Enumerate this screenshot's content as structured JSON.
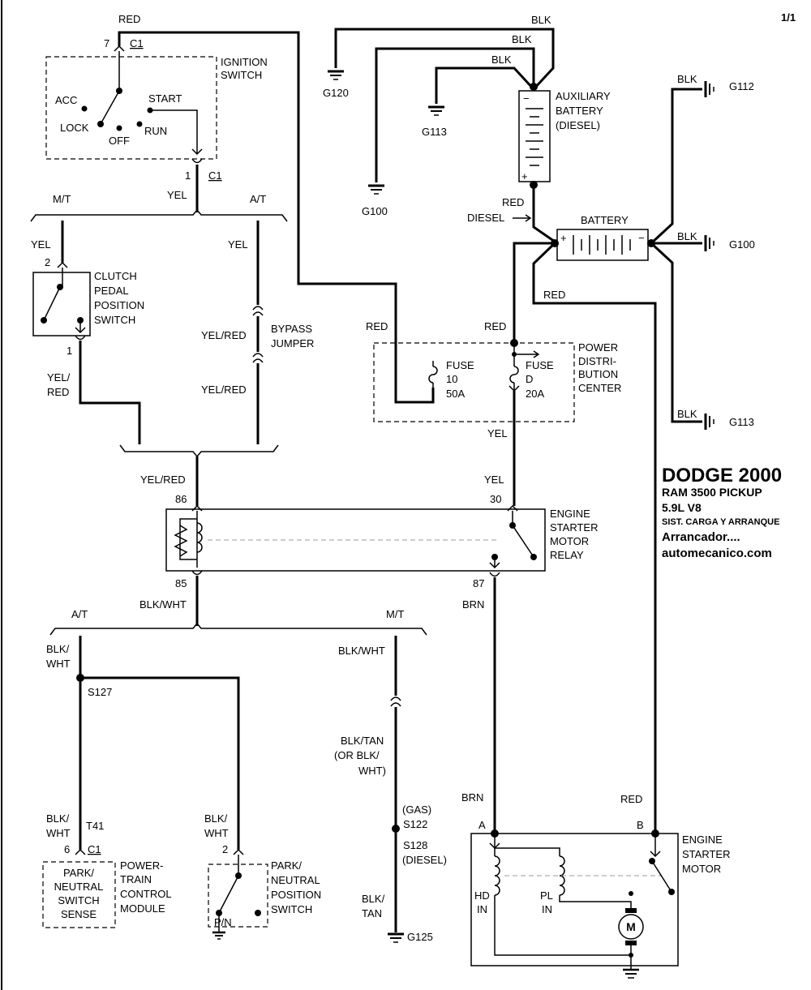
{
  "page_number": "1/1",
  "title": {
    "make": "DODGE  2000",
    "model": "RAM 3500 PICKUP",
    "engine": "5.9L  V8",
    "system": "SIST. CARGA Y ARRANQUE",
    "component": "Arrancador....",
    "site": "automecanico.com"
  },
  "ignition": {
    "label1": "IGNITION",
    "label2": "SWITCH",
    "pin_top": "7",
    "conn_top": "C1",
    "pin_bottom": "1",
    "conn_bottom": "C1",
    "acc": "ACC",
    "lock": "LOCK",
    "off": "OFF",
    "run": "RUN",
    "start": "START"
  },
  "clutch": {
    "l1": "CLUTCH",
    "l2": "PEDAL",
    "l3": "POSITION",
    "l4": "SWITCH",
    "pin_top": "2",
    "pin_bottom": "1"
  },
  "bypass": {
    "l1": "BYPASS",
    "l2": "JUMPER"
  },
  "pdc": {
    "l1": "POWER",
    "l2": "DISTRI-",
    "l3": "BUTION",
    "l4": "CENTER",
    "fuse10_l1": "FUSE",
    "fuse10_l2": "10",
    "fuse10_l3": "50A",
    "fused_l1": "FUSE",
    "fused_l2": "D",
    "fused_l3": "20A"
  },
  "relay": {
    "l1": "ENGINE",
    "l2": "STARTER",
    "l3": "MOTOR",
    "l4": "RELAY",
    "pin86": "86",
    "pin85": "85",
    "pin30": "30",
    "pin87": "87"
  },
  "aux_battery": {
    "l1": "AUXILIARY",
    "l2": "BATTERY",
    "l3": "(DIESEL)",
    "minus": "−",
    "plus": "+"
  },
  "battery": {
    "label": "BATTERY",
    "plus": "+",
    "minus": "−"
  },
  "starter": {
    "l1": "ENGINE",
    "l2": "STARTER",
    "l3": "MOTOR",
    "pin_a": "A",
    "pin_b": "B",
    "hd1": "HD",
    "hd2": "IN",
    "pl1": "PL",
    "pl2": "IN",
    "motor": "M"
  },
  "pcm": {
    "l1": "POWER-",
    "l2": "TRAIN",
    "l3": "CONTROL",
    "l4": "MODULE",
    "sense1": "PARK/",
    "sense2": "NEUTRAL",
    "sense3": "SWITCH",
    "sense4": "SENSE",
    "pin": "6",
    "conn": "C1",
    "t41": "T41"
  },
  "pnp": {
    "l1": "PARK/",
    "l2": "NEUTRAL",
    "l3": "POSITION",
    "l4": "SWITCH",
    "pin": "2",
    "pn": "P/N"
  },
  "splices": {
    "s127": "S127",
    "gas": "(GAS)",
    "s122": "S122",
    "s128": "S128",
    "diesel": "(DIESEL)"
  },
  "grounds": {
    "g120": "G120",
    "g113a": "G113",
    "g100a": "G100",
    "g112": "G112",
    "g100b": "G100",
    "g113b": "G113",
    "g125": "G125"
  },
  "wires": {
    "red_top": "RED",
    "blk1": "BLK",
    "blk2": "BLK",
    "blk3": "BLK",
    "blk_g112": "BLK",
    "blk_g100": "BLK",
    "blk_g113": "BLK",
    "yel_ign": "YEL",
    "mt1": "M/T",
    "at1": "A/T",
    "yel_mt": "YEL",
    "yel_at": "YEL",
    "yelred_j1": "YEL/RED",
    "yelred_j2": "YEL/RED",
    "yelred_c1": "YEL/",
    "yelred_c2": "RED",
    "red_pdc_l": "RED",
    "red_pdc_r": "RED",
    "red_diesel1": "RED",
    "red_diesel2": "DIESEL",
    "red_bat": "RED",
    "yel_pdc": "YEL",
    "yel_30": "YEL",
    "yelred_86": "YEL/RED",
    "blkwht_85": "BLK/WHT",
    "at2": "A/T",
    "mt2": "M/T",
    "blkwht_at1": "BLK/",
    "blkwht_at2": "WHT",
    "blkwht_mt": "BLK/WHT",
    "blktan1": "BLK/TAN",
    "blktan2": "(OR BLK/",
    "blktan3": "WHT)",
    "blkwht_pcm1": "BLK/",
    "blkwht_pcm2": "WHT",
    "blkwht_pnp1": "BLK/",
    "blkwht_pnp2": "WHT",
    "blktan_g1": "BLK/",
    "blktan_g2": "TAN",
    "brn87": "BRN",
    "brn_a": "BRN",
    "red_b": "RED"
  }
}
